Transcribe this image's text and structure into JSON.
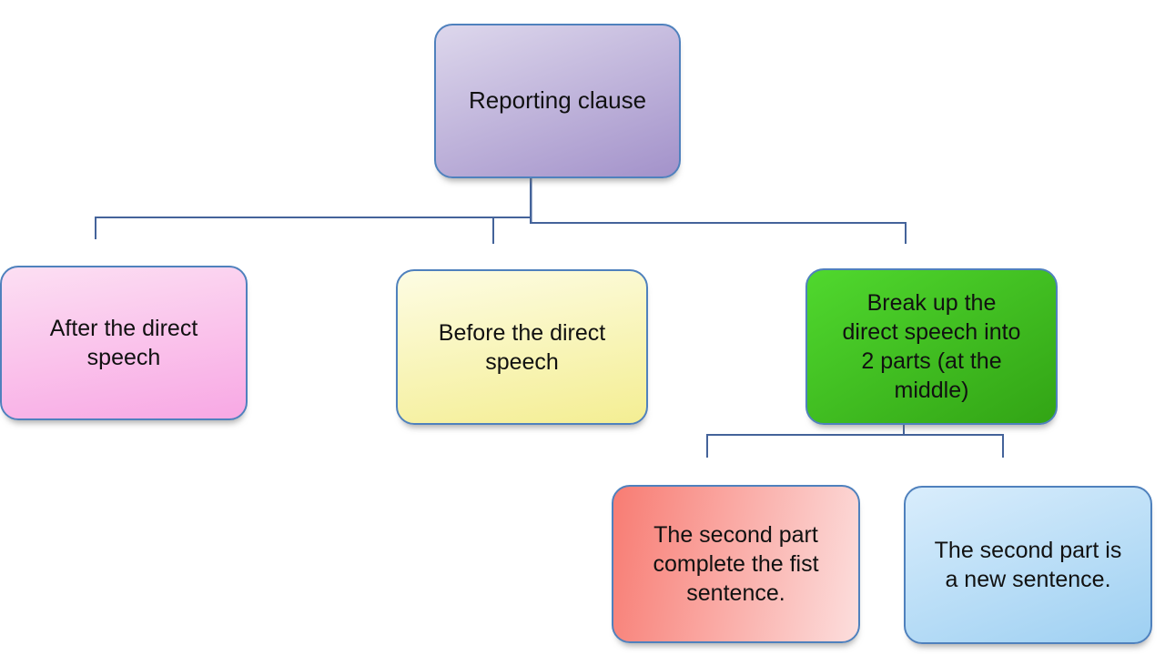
{
  "diagram": {
    "type": "flowchart",
    "background": "#ffffff",
    "connector_color": "#44639a",
    "border_color": "#4f81bd",
    "text_color": "#111111",
    "nodes": [
      {
        "id": "root",
        "label": "Reporting clause",
        "lines": [
          "Reporting clause"
        ],
        "fill_from": "#ddd7ec",
        "fill_to": "#a392ca",
        "fill_angle": "160deg"
      },
      {
        "id": "after",
        "label": "After the direct speech",
        "lines": [
          "After the direct",
          "speech"
        ],
        "fill_from": "#fcdff3",
        "fill_to": "#f8a8e4",
        "fill_angle": "170deg"
      },
      {
        "id": "before",
        "label": "Before the direct speech",
        "lines": [
          "Before the direct",
          "speech"
        ],
        "fill_from": "#fdfce3",
        "fill_to": "#f4ee93",
        "fill_angle": "170deg"
      },
      {
        "id": "break",
        "label": "Break up the direct speech into 2 parts (at the middle)",
        "lines": [
          "Break up the",
          "direct speech into",
          "2 parts (at the",
          "middle)"
        ],
        "fill_from": "#50d82e",
        "fill_to": "#32a415",
        "fill_angle": "150deg"
      },
      {
        "id": "complete",
        "label": "The second part complete the fist sentence.",
        "lines": [
          "The second part",
          "complete the fist",
          "sentence."
        ],
        "fill_from": "#f87c73",
        "fill_to": "#fcdedd",
        "fill_angle": "100deg"
      },
      {
        "id": "new",
        "label": "The second part is a new sentence.",
        "lines": [
          "The second part is",
          "a new sentence."
        ],
        "fill_from": "#d9edfc",
        "fill_to": "#9ed0f2",
        "fill_angle": "160deg"
      }
    ],
    "edges": [
      {
        "from": "root",
        "to": "after"
      },
      {
        "from": "root",
        "to": "before"
      },
      {
        "from": "root",
        "to": "break"
      },
      {
        "from": "break",
        "to": "complete"
      },
      {
        "from": "break",
        "to": "new"
      }
    ]
  }
}
